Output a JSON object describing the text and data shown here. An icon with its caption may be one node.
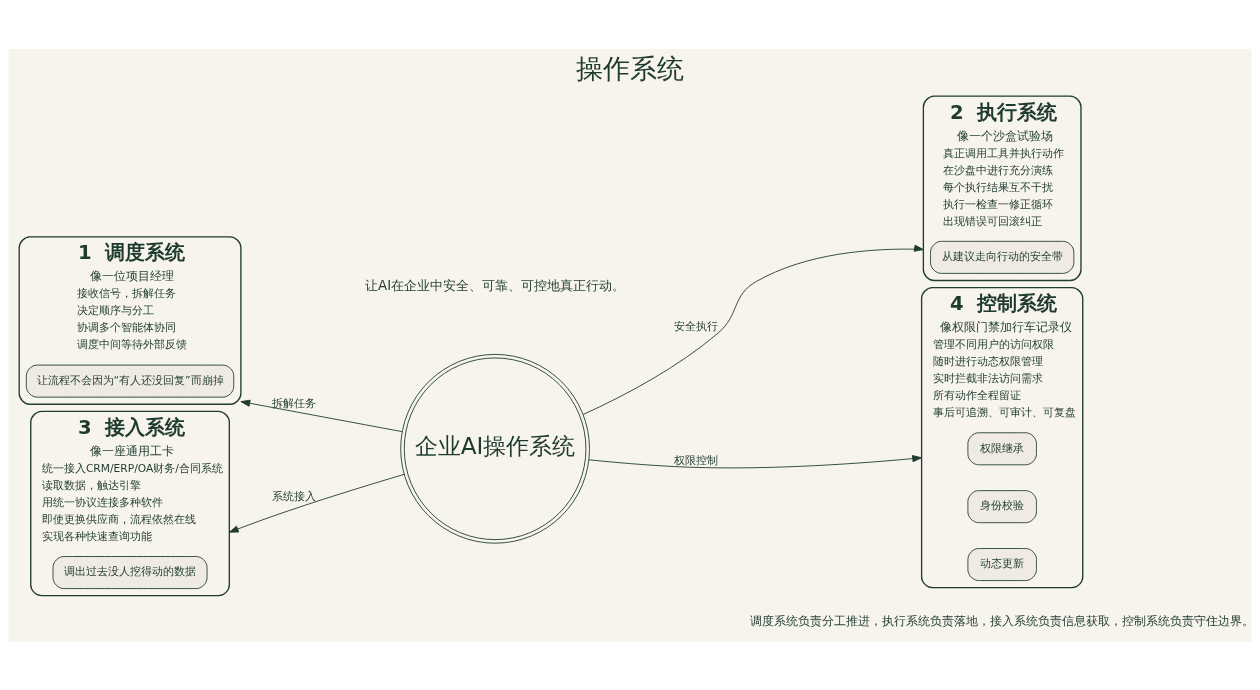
{
  "diagram": {
    "title": "操作系统",
    "caption": "调度系统负责分工推进，执行系统负责落地，接入系统负责信息获取，控制系统负责守住边界。",
    "nodes": [
      {
        "text": [
          "企业AI操作系统"
        ]
      },
      {
        "text": [
          "1",
          "调度系统",
          "像一位项目经理",
          "接收信号，拆解任务",
          "决定顺序与分工",
          "协调多个智能体协同",
          "调度中间等待外部反馈"
        ]
      },
      {
        "text": [
          "让流程不会因为“有人还没回复”而崩掉"
        ],
        "in": 1
      },
      {
        "text": [
          "2",
          "执行系统",
          "像一个沙盒试验场",
          "真正调用工具并执行动作",
          "在沙盘中进行充分演练",
          "每个执行结果互不干扰",
          "执行一检查一修正循环",
          "出现错误可回滚纠正"
        ]
      },
      {
        "text": [
          "从建议走向行动的安全带"
        ],
        "in": 3
      },
      {
        "text": [
          "3",
          "接入系统",
          "像一座通用工卡",
          "统一接入CRM/ERP/OA财务/合同系统",
          "读取数据，触达引擎",
          "用统一协议连接多种软件",
          "即使更换供应商，流程依然在线",
          "实现各种快速查询功能"
        ]
      },
      {
        "text": [
          "调出过去没人挖得动的数据"
        ],
        "in": 5
      },
      {
        "text": [
          "4",
          "控制系统",
          "像权限门禁加行车记录仪",
          "管理不同用户的访问权限",
          "随时进行动态权限管理",
          "实时拦截非法访问需求",
          "所有动作全程留证",
          "事后可追溯、可审计、可复盘"
        ]
      },
      {
        "text": [
          "权限继承"
        ],
        "in": 7
      },
      {
        "text": [
          "身份校验"
        ],
        "in": 7
      },
      {
        "text": [
          "动态更新"
        ],
        "in": 7
      }
    ],
    "edges": [
      {
        "from": 0,
        "to": 1,
        "arrow": "to",
        "label": "拆解任务"
      },
      {
        "from": 0,
        "to": 3,
        "arrow": "to",
        "label": "安全执行"
      },
      {
        "from": 0,
        "to": 5,
        "arrow": "to",
        "label": "系统接入"
      },
      {
        "from": 0,
        "to": 7,
        "arrow": "to",
        "label": "权限控制"
      }
    ],
    "labels": [
      "让AI在企业中安全、可靠、可控地真正行动。"
    ]
  }
}
